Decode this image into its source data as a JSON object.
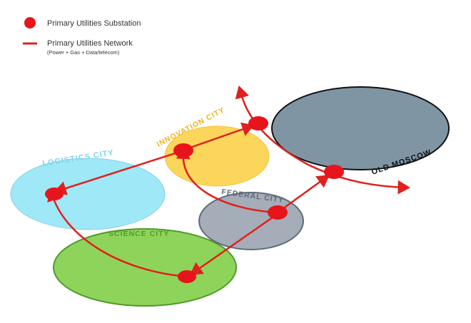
{
  "legend": {
    "substation_label": "Primary Utilities Substation",
    "network_label": "Primary Utilities Network",
    "network_sublabel": "(Power + Gas + Data/telecom)"
  },
  "cities": {
    "logistics": "LOGISTICS CITY",
    "innovation": "INNOVATION CITY",
    "federal": "FEDERAL CITY",
    "science": "SCIENCE CITY",
    "old_moscow": "OLD MOSCOW"
  },
  "colors": {
    "network": "#e0201c",
    "substation": "#e8141b",
    "logistics_fill": "#9fe8f7",
    "logistics_label": "#7fd3ec",
    "innovation_fill": "#fcd55b",
    "innovation_label": "#f2b21d",
    "federal_fill": "#a4adb8",
    "federal_label": "#5f6b78",
    "science_fill": "#8fd45a",
    "science_label": "#4e9b2a",
    "old_moscow_fill": "#7f95a3",
    "old_moscow_label": "#111111"
  }
}
